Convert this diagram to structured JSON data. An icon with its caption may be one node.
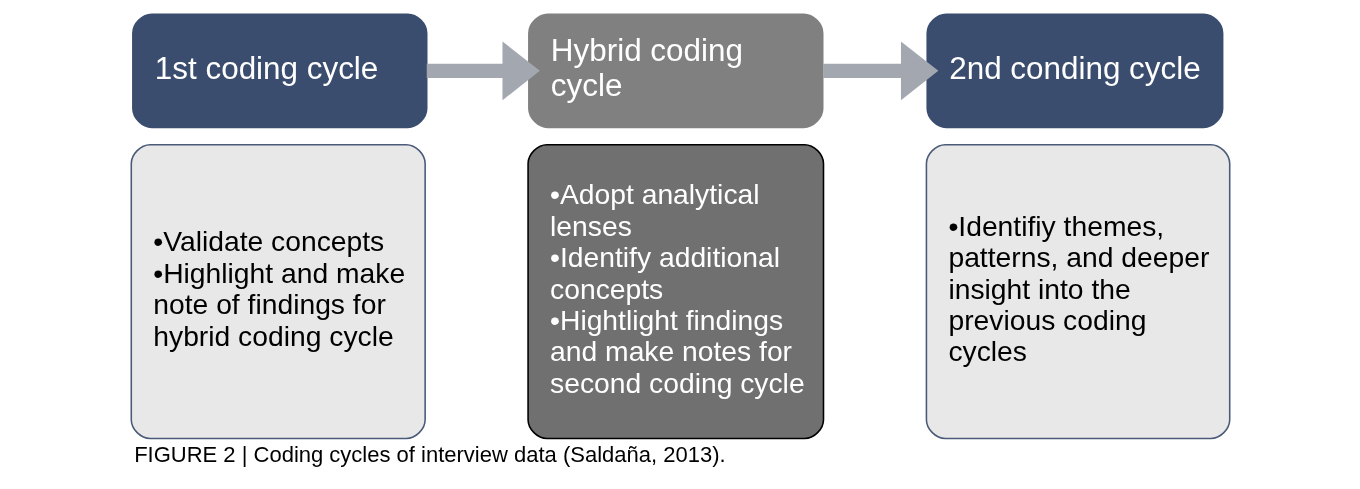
{
  "diagram": {
    "caption": "FIGURE 2 | Coding cycles of interview data (Saldaña, 2013).",
    "nodes": [
      {
        "text": [
          "1st coding cycle"
        ]
      },
      {
        "text": [
          "•Validate concepts",
          "•Highlight and make note of findings for hybrid coding cycle"
        ]
      },
      {
        "text": [
          "Hybrid coding cycle"
        ]
      },
      {
        "text": [
          "•Adopt analytical lenses",
          "•Identify additional concepts",
          "•Hightlight findings and make notes for second coding cycle"
        ]
      },
      {
        "text": [
          "2nd conding cycle"
        ]
      },
      {
        "text": [
          "•Identifiy themes, patterns, and deeper insight into the previous coding cycles"
        ]
      }
    ],
    "edges": [
      {
        "from": 0,
        "to": 2,
        "arrow": "to"
      },
      {
        "from": 2,
        "to": 4,
        "arrow": "to"
      }
    ]
  }
}
